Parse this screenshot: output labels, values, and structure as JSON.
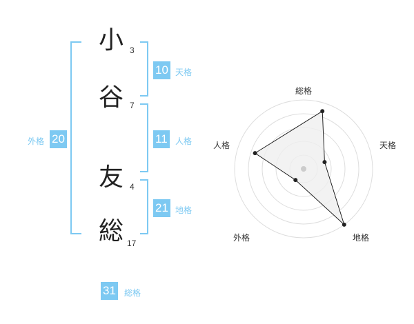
{
  "name": {
    "chars": [
      {
        "char": "小",
        "strokes": "3"
      },
      {
        "char": "谷",
        "strokes": "7"
      },
      {
        "char": "友",
        "strokes": "4"
      },
      {
        "char": "総",
        "strokes": "17"
      }
    ]
  },
  "fortunes": {
    "ten": {
      "value": "10",
      "label": "天格"
    },
    "jin": {
      "value": "11",
      "label": "人格"
    },
    "chi": {
      "value": "21",
      "label": "地格"
    },
    "gai": {
      "value": "20",
      "label": "外格"
    },
    "sou": {
      "value": "31",
      "label": "総格"
    }
  },
  "radar": {
    "axes": [
      "総格",
      "天格",
      "地格",
      "外格",
      "人格"
    ],
    "values": [
      0.88,
      0.32,
      1.0,
      0.2,
      0.74
    ],
    "colors": {
      "line": "#222222",
      "fill": "#efefef",
      "grid": "#dddddd",
      "center": "#cccccc"
    }
  }
}
